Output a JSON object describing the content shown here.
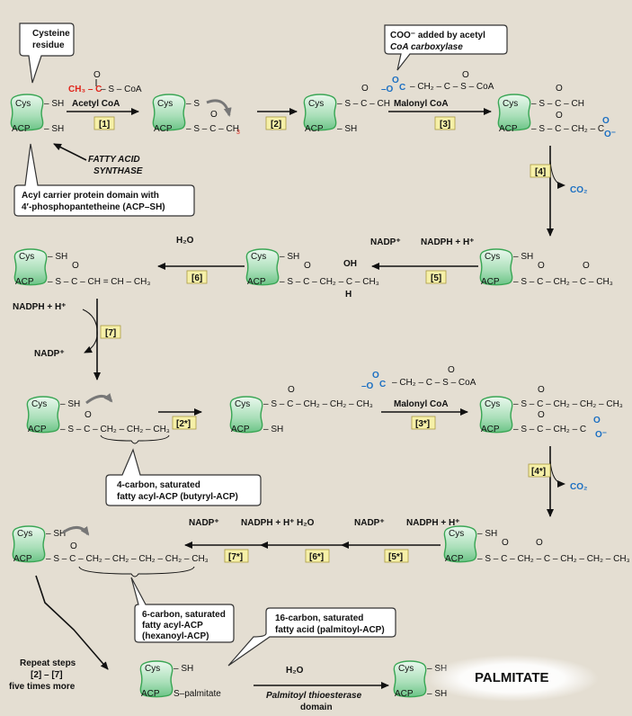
{
  "labels": {
    "cys": "Cys",
    "acp": "ACP"
  },
  "callouts": {
    "cysteine": [
      "Cysteine",
      "residue"
    ],
    "carboxylase": [
      "COO⁻ added by acetyl",
      "CoA carboxylase"
    ],
    "synthase": [
      "FATTY ACID",
      "SYNTHASE"
    ],
    "acp": [
      "Acyl carrier protein domain with",
      "4′-phosphopantetheine (ACP–SH)"
    ],
    "butyryl": [
      "4-carbon, saturated",
      "fatty acyl-ACP (butyryl-ACP)"
    ],
    "hexanoyl": [
      "6-carbon, saturated",
      "fatty acyl-ACP",
      "(hexanoyl-ACP)"
    ],
    "palmitoyl": [
      "16-carbon, saturated",
      "fatty acid (palmitoyl-ACP)"
    ]
  },
  "reagents": {
    "acetyl_coa": "Acetyl CoA",
    "malonyl_coa": "Malonyl CoA",
    "thioesterase": [
      "Palmitoyl thioesterase",
      "domain"
    ]
  },
  "steps": {
    "s1": "[1]",
    "s2": "[2]",
    "s3": "[3]",
    "s4": "[4]",
    "s5": "[5]",
    "s6": "[6]",
    "s7": "[7]",
    "s2s": "[2*]",
    "s3s": "[3*]",
    "s4s": "[4*]",
    "s5s": "[5*]",
    "s6s": "[6*]",
    "s7s": "[7*]"
  },
  "chem": {
    "ch3c": "CH₃ – C",
    "co2": "CO₂",
    "nadp": "NADP⁺",
    "nadph": "NADPH + H⁺",
    "h2o": "H₂O",
    "s_palmitate": "S–palmitate",
    "palmitate": "PALMITATE"
  },
  "repeat": [
    "Repeat steps",
    "[2] – [7]",
    "five times more"
  ],
  "colors": {
    "background": "#e4ded2",
    "enzyme_green": "#3aa655",
    "new_carbons_red": "#e0251b",
    "carboxyl_blue": "#1b6fc2",
    "step_label_yellow": "#f6f0a8"
  }
}
